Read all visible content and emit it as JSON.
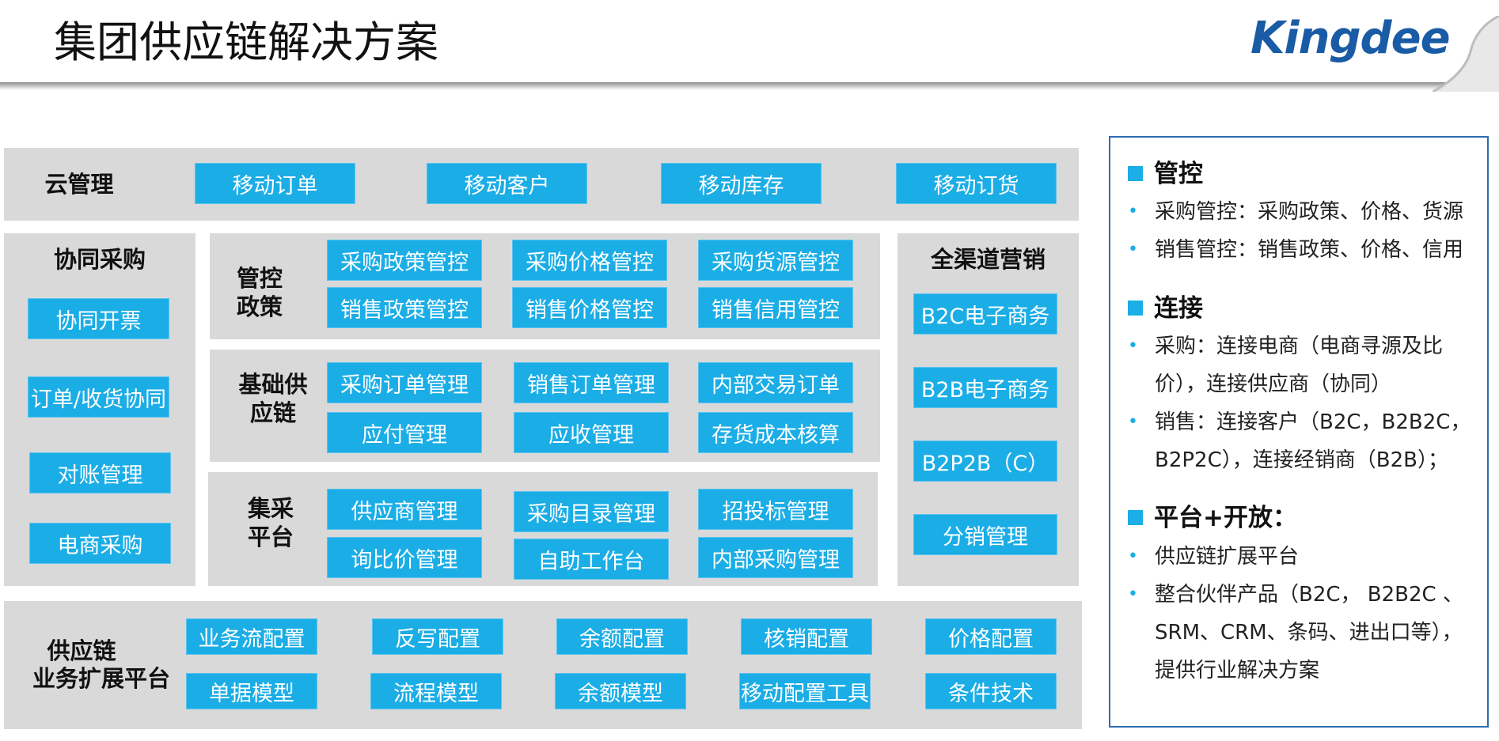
{
  "header": {
    "title": "集团供应链解决方案",
    "logo": "Kingdee"
  },
  "colors": {
    "box": "#1bade6",
    "panel": "#d9d9d9",
    "border": "#2e6cb4",
    "logo": "#1a5ba6"
  },
  "cloud": {
    "label": "云管理",
    "items": [
      "移动订单",
      "移动客户",
      "移动库存",
      "移动订货"
    ]
  },
  "collab": {
    "label": "协同采购",
    "items": [
      "协同开票",
      "订单/收货协同",
      "对账管理",
      "电商采购"
    ]
  },
  "control": {
    "label1": "管控",
    "label2": "政策",
    "items": [
      "采购政策管控",
      "采购价格管控",
      "采购货源管控",
      "销售政策管控",
      "销售价格管控",
      "销售信用管控"
    ]
  },
  "basic": {
    "label1": "基础供",
    "label2": "应链",
    "items": [
      "采购订单管理",
      "销售订单管理",
      "内部交易订单",
      "应付管理",
      "应收管理",
      "存货成本核算"
    ]
  },
  "central": {
    "label1": "集采",
    "label2": "平台",
    "items": [
      "供应商管理",
      "采购目录管理",
      "招投标管理",
      "询比价管理",
      "自助工作台",
      "内部采购管理"
    ]
  },
  "omni": {
    "label": "全渠道营销",
    "items": [
      "B2C电子商务",
      "B2B电子商务",
      "B2P2B（C）",
      "分销管理"
    ]
  },
  "platform": {
    "label1": "供应链",
    "label2": "业务扩展平台",
    "items": [
      "业务流配置",
      "反写配置",
      "余额配置",
      "核销配置",
      "价格配置",
      "单据模型",
      "流程模型",
      "余额模型",
      "移动配置工具",
      "条件技术"
    ]
  },
  "right_panel": {
    "sections": [
      {
        "heading": "管控",
        "bullets": [
          "采购管控：采购政策、价格、货源",
          "销售管控：销售政策、价格、信用"
        ]
      },
      {
        "heading": "连接",
        "bullets": [
          "采购：连接电商（电商寻源及比价），连接供应商（协同）",
          "销售：连接客户（B2C，B2B2C，B2P2C），连接经销商（B2B）；"
        ]
      },
      {
        "heading": "平台+开放：",
        "bullets": [
          "供应链扩展平台",
          "整合伙伴产品（B2C， B2B2C 、SRM、CRM、条码、进出口等），提供行业解决方案"
        ]
      }
    ]
  }
}
